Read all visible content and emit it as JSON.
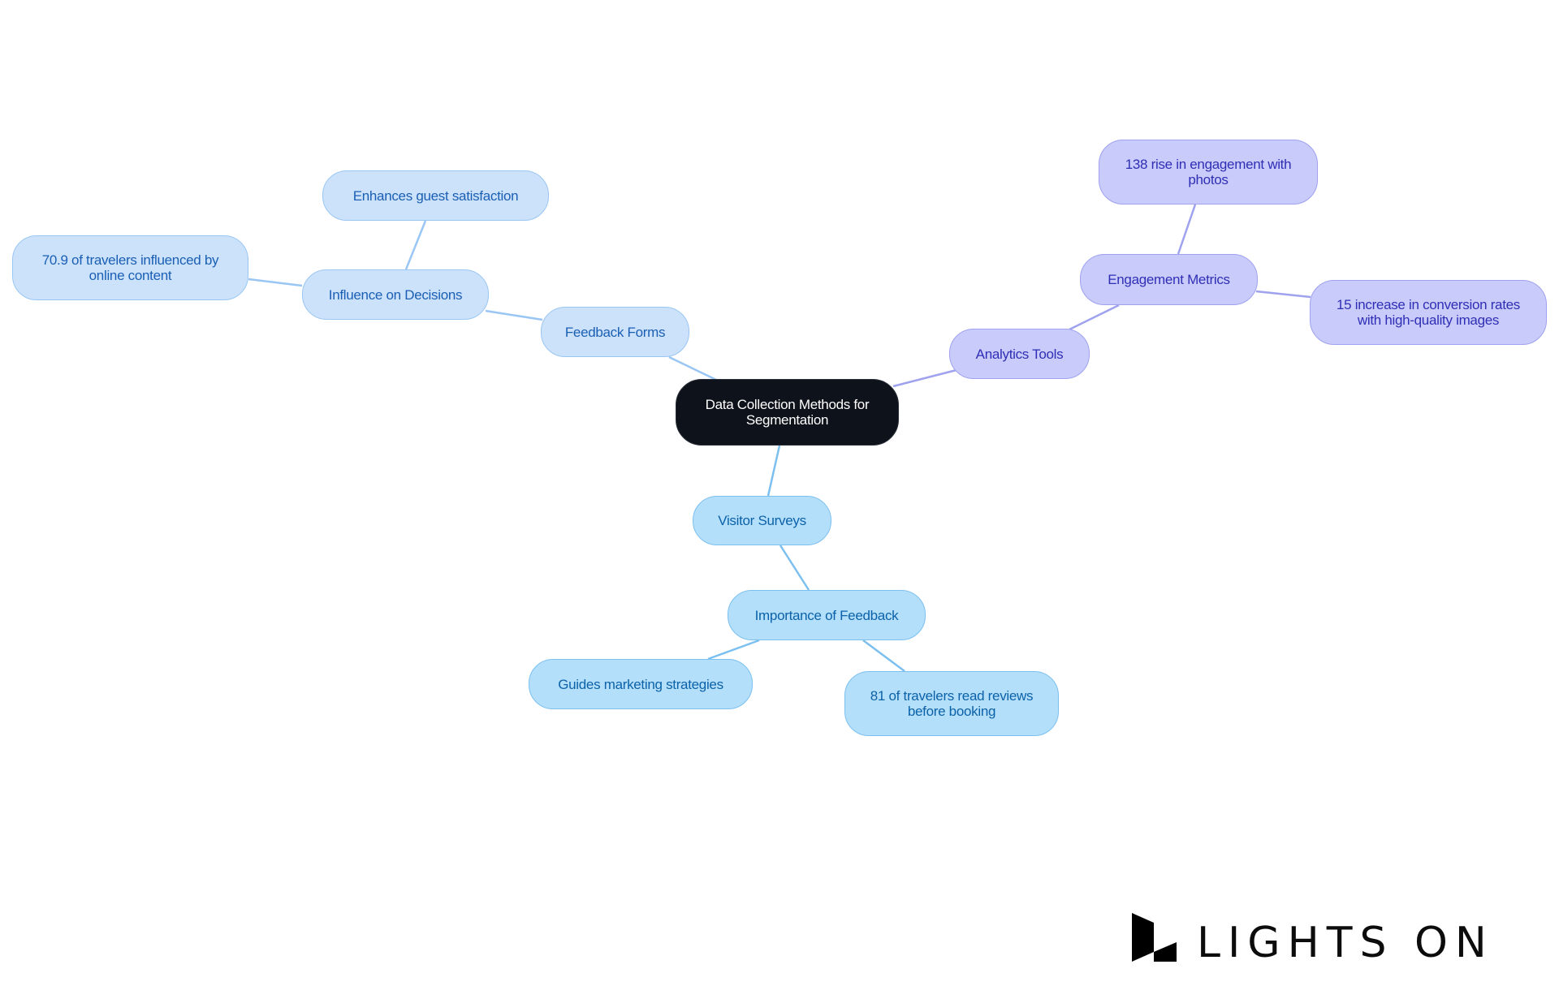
{
  "diagram": {
    "root": {
      "label": "Data Collection Methods for Segmentation"
    },
    "branches": {
      "feedback_forms": {
        "label": "Feedback Forms",
        "influence": {
          "label": "Influence on Decisions",
          "children": [
            "Enhances guest satisfaction",
            "70.9 of travelers influenced by online content"
          ]
        }
      },
      "analytics_tools": {
        "label": "Analytics Tools",
        "engagement": {
          "label": "Engagement Metrics",
          "children": [
            "138 rise in engagement with photos",
            "15 increase in conversion rates with high-quality images"
          ]
        }
      },
      "visitor_surveys": {
        "label": "Visitor Surveys",
        "importance": {
          "label": "Importance of Feedback",
          "children": [
            "Guides marketing strategies",
            "81 of travelers read reviews before booking"
          ]
        }
      }
    },
    "colors": {
      "root_fill": "#0d121b",
      "blue_fill": "#cce2fb",
      "blue_edge": "#9ac6f3",
      "blue_text": "#1a5fb4",
      "sky_fill": "#b4dffb",
      "sky_edge": "#7cc0f0",
      "sky_text": "#0b62a8",
      "purple_fill": "#c9cbfb",
      "purple_edge": "#9fa2ee",
      "purple_text": "#2f2fb5"
    }
  },
  "brand": {
    "logo_text": "LIGHTS ON",
    "logo_icon": "lights-on-mark-icon"
  }
}
